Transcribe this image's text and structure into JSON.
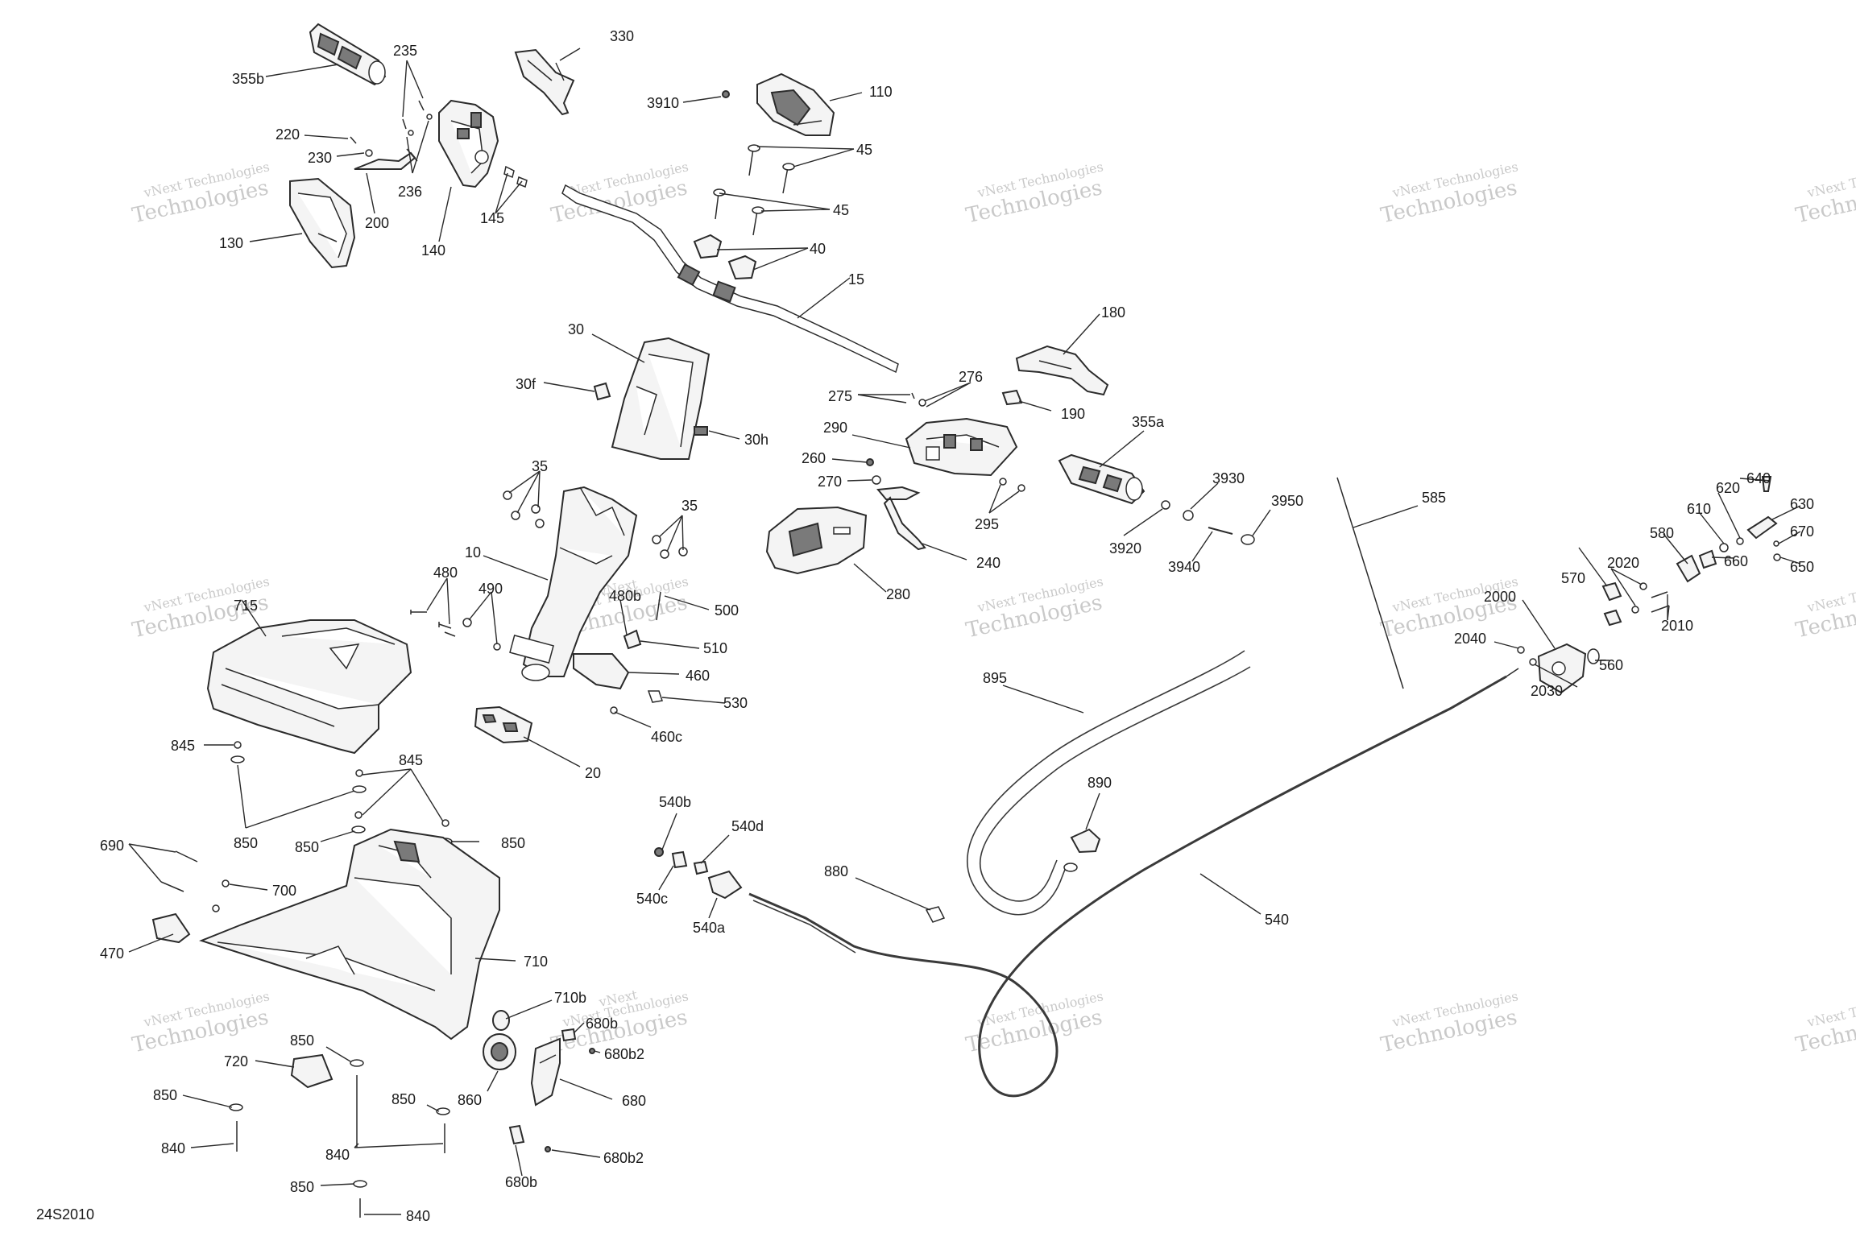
{
  "diagram": {
    "code": "24S2010",
    "watermark_lines": [
      "vNext Technologies",
      "Technologies",
      "vNext"
    ],
    "labels": [
      {
        "id": "355b",
        "text": "355b"
      },
      {
        "id": "235",
        "text": "235"
      },
      {
        "id": "330",
        "text": "330"
      },
      {
        "id": "3910",
        "text": "3910"
      },
      {
        "id": "110",
        "text": "110"
      },
      {
        "id": "220",
        "text": "220"
      },
      {
        "id": "230",
        "text": "230"
      },
      {
        "id": "236",
        "text": "236"
      },
      {
        "id": "200",
        "text": "200"
      },
      {
        "id": "140",
        "text": "140"
      },
      {
        "id": "145",
        "text": "145"
      },
      {
        "id": "130",
        "text": "130"
      },
      {
        "id": "45a",
        "text": "45"
      },
      {
        "id": "45b",
        "text": "45"
      },
      {
        "id": "40",
        "text": "40"
      },
      {
        "id": "15",
        "text": "15"
      },
      {
        "id": "30",
        "text": "30"
      },
      {
        "id": "30f",
        "text": "30f"
      },
      {
        "id": "30h",
        "text": "30h"
      },
      {
        "id": "180",
        "text": "180"
      },
      {
        "id": "275",
        "text": "275"
      },
      {
        "id": "276",
        "text": "276"
      },
      {
        "id": "190",
        "text": "190"
      },
      {
        "id": "290",
        "text": "290"
      },
      {
        "id": "355a",
        "text": "355a"
      },
      {
        "id": "260",
        "text": "260"
      },
      {
        "id": "270",
        "text": "270"
      },
      {
        "id": "295",
        "text": "295"
      },
      {
        "id": "240",
        "text": "240"
      },
      {
        "id": "280",
        "text": "280"
      },
      {
        "id": "3930",
        "text": "3930"
      },
      {
        "id": "3950",
        "text": "3950"
      },
      {
        "id": "3920",
        "text": "3920"
      },
      {
        "id": "3940",
        "text": "3940"
      },
      {
        "id": "585",
        "text": "585"
      },
      {
        "id": "35a",
        "text": "35"
      },
      {
        "id": "35b",
        "text": "35"
      },
      {
        "id": "10",
        "text": "10"
      },
      {
        "id": "480",
        "text": "480"
      },
      {
        "id": "490",
        "text": "490"
      },
      {
        "id": "480b",
        "text": "480b"
      },
      {
        "id": "500",
        "text": "500"
      },
      {
        "id": "510",
        "text": "510"
      },
      {
        "id": "460",
        "text": "460"
      },
      {
        "id": "530",
        "text": "530"
      },
      {
        "id": "460c",
        "text": "460c"
      },
      {
        "id": "20",
        "text": "20"
      },
      {
        "id": "715",
        "text": "715"
      },
      {
        "id": "845a",
        "text": "845"
      },
      {
        "id": "845b",
        "text": "845"
      },
      {
        "id": "850a",
        "text": "850"
      },
      {
        "id": "850b",
        "text": "850"
      },
      {
        "id": "850c",
        "text": "850"
      },
      {
        "id": "690",
        "text": "690"
      },
      {
        "id": "700",
        "text": "700"
      },
      {
        "id": "470",
        "text": "470"
      },
      {
        "id": "710",
        "text": "710"
      },
      {
        "id": "710b",
        "text": "710b"
      },
      {
        "id": "680b_top",
        "text": "680b"
      },
      {
        "id": "680b2_top",
        "text": "680b2"
      },
      {
        "id": "860",
        "text": "860"
      },
      {
        "id": "680",
        "text": "680"
      },
      {
        "id": "850d",
        "text": "850"
      },
      {
        "id": "720",
        "text": "720"
      },
      {
        "id": "850e",
        "text": "850"
      },
      {
        "id": "850f",
        "text": "850"
      },
      {
        "id": "840a",
        "text": "840"
      },
      {
        "id": "840b",
        "text": "840"
      },
      {
        "id": "850g",
        "text": "850"
      },
      {
        "id": "840c",
        "text": "840"
      },
      {
        "id": "680b_bot",
        "text": "680b"
      },
      {
        "id": "680b2_bot",
        "text": "680b2"
      },
      {
        "id": "540b",
        "text": "540b"
      },
      {
        "id": "540d",
        "text": "540d"
      },
      {
        "id": "540c",
        "text": "540c"
      },
      {
        "id": "540a",
        "text": "540a"
      },
      {
        "id": "880",
        "text": "880"
      },
      {
        "id": "895",
        "text": "895"
      },
      {
        "id": "890",
        "text": "890"
      },
      {
        "id": "540",
        "text": "540"
      },
      {
        "id": "640",
        "text": "640"
      },
      {
        "id": "620",
        "text": "620"
      },
      {
        "id": "630",
        "text": "630"
      },
      {
        "id": "610",
        "text": "610"
      },
      {
        "id": "670",
        "text": "670"
      },
      {
        "id": "580",
        "text": "580"
      },
      {
        "id": "650",
        "text": "650"
      },
      {
        "id": "2020",
        "text": "2020"
      },
      {
        "id": "660",
        "text": "660"
      },
      {
        "id": "570",
        "text": "570"
      },
      {
        "id": "2010",
        "text": "2010"
      },
      {
        "id": "2000",
        "text": "2000"
      },
      {
        "id": "2040",
        "text": "2040"
      },
      {
        "id": "560",
        "text": "560"
      },
      {
        "id": "2030",
        "text": "2030"
      }
    ]
  }
}
